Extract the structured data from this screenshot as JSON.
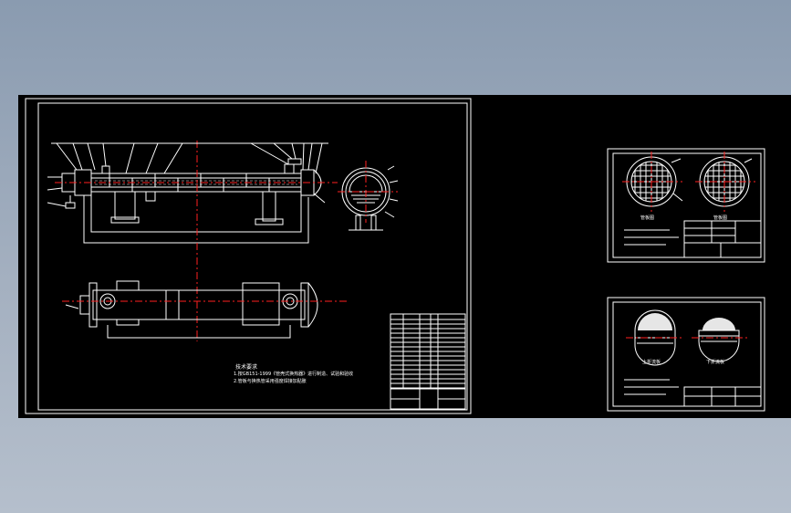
{
  "drawing": {
    "main_sheet": {
      "notes_title": "技术要求",
      "notes": [
        "1.按GB151-1999《管壳式换热器》进行制造、试验和验收",
        "2.管板与换热管采用强度焊接加贴胀"
      ]
    },
    "sheet_tubesheet": {
      "label": "管板图"
    },
    "sheet_baffle": {
      "label_upper": "上折流板",
      "label_lower": "下折流板"
    }
  },
  "colors": {
    "background": "#000000",
    "line": "#ffffff",
    "centerline": "#ff2020",
    "app_backdrop": "#9aa8b9"
  }
}
